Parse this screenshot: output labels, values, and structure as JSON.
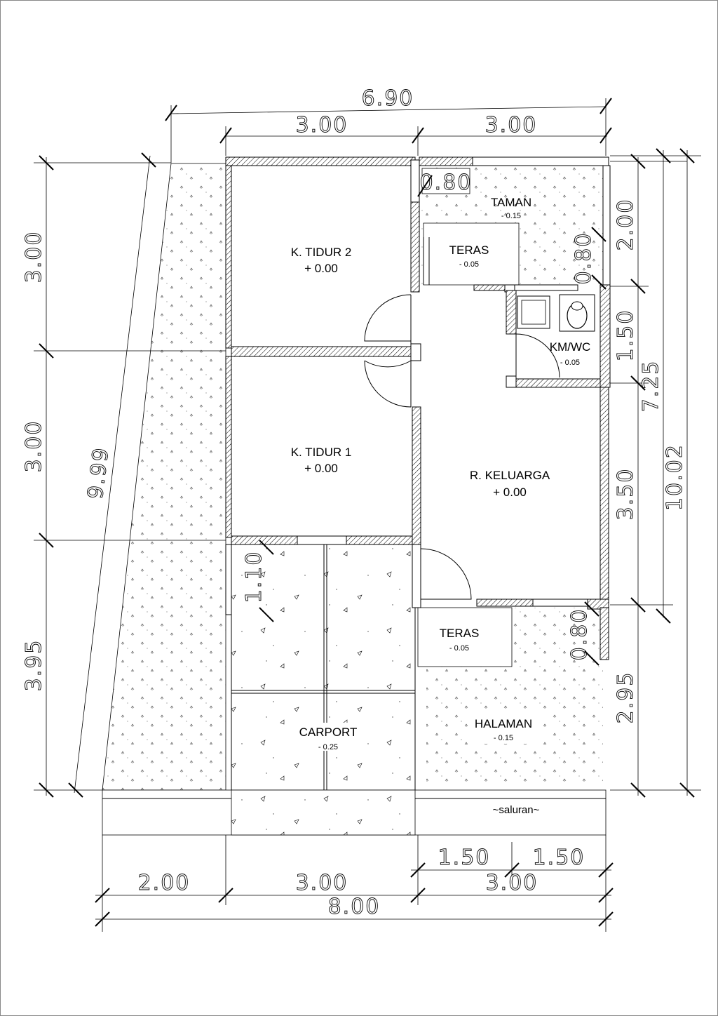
{
  "rooms": {
    "kamar_tidur_2": {
      "name": "K. TIDUR 2",
      "level": "+ 0.00"
    },
    "kamar_tidur_1": {
      "name": "K. TIDUR 1",
      "level": "+ 0.00"
    },
    "taman": {
      "name": "TAMAN",
      "level": "- 0.15"
    },
    "teras_atas": {
      "name": "TERAS",
      "level": "- 0.05"
    },
    "km_wc": {
      "name": "KM/WC",
      "level": "- 0.05"
    },
    "ruang_keluarga": {
      "name": "R. KELUARGA",
      "level": "+ 0.00"
    },
    "teras_bawah": {
      "name": "TERAS",
      "level": "- 0.05"
    },
    "carport": {
      "name": "CARPORT",
      "level": "- 0.25"
    },
    "halaman": {
      "name": "HALAMAN",
      "level": "- 0.15"
    },
    "saluran": {
      "name": "~saluran~"
    }
  },
  "dimensions": {
    "top_total": "6.90",
    "top_left": "3.00",
    "top_right": "3.00",
    "left_1": "3.00",
    "left_2": "3.00",
    "left_3": "3.95",
    "diagonal": "9.99",
    "right_1": "2.00",
    "right_2": "1.50",
    "right_3": "3.50",
    "right_4": "2.95",
    "right_mid": "7.25",
    "right_total": "10.02",
    "bottom_sub_1": "1.50",
    "bottom_sub_2": "1.50",
    "bottom_1": "2.00",
    "bottom_2": "3.00",
    "bottom_3": "3.00",
    "bottom_total": "8.00",
    "window_taman": "0.80",
    "window_teras": "0.80",
    "window_halaman": "0.80",
    "carport_gap": "1.10"
  }
}
